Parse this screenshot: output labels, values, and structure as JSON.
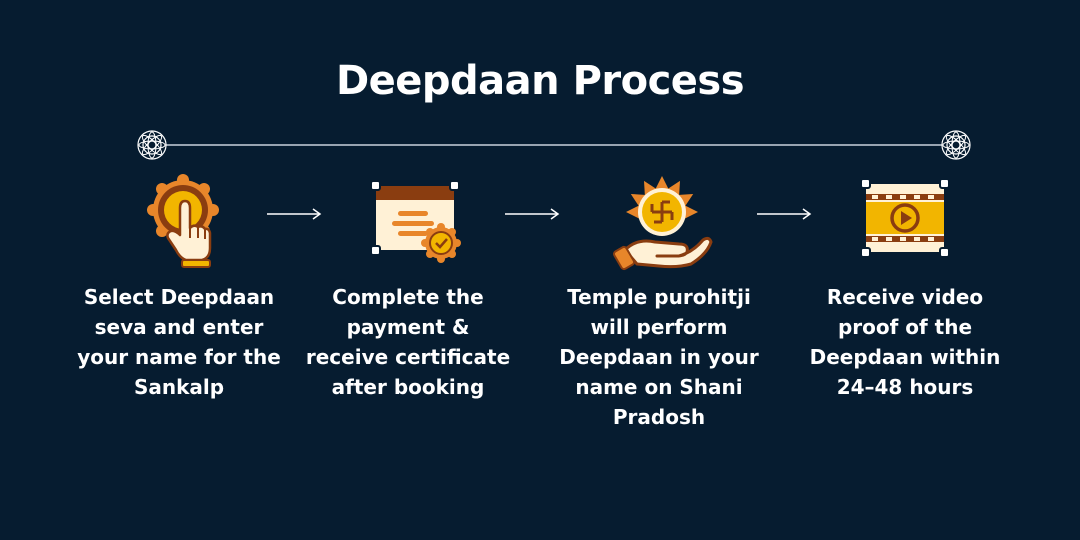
{
  "title": "Deepdaan Process",
  "colors": {
    "background": "#061c30",
    "gold": "#f2b500",
    "orange": "#e8862a",
    "brown": "#8a3d10",
    "cream": "#fff1d6"
  },
  "steps": [
    {
      "icon": "tap-hand-icon",
      "text": "Select Deepdaan seva and enter your name for the Sankalp"
    },
    {
      "icon": "certificate-icon",
      "text": "Complete the payment & receive certificate after booking"
    },
    {
      "icon": "swastik-hand-icon",
      "text": "Temple purohitji will perform Deepdaan in your name on Shani Pradosh"
    },
    {
      "icon": "video-play-icon",
      "text": "Receive video proof of the Deepdaan within 24–48 hours"
    }
  ]
}
